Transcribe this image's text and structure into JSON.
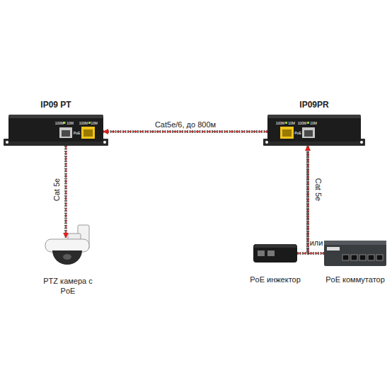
{
  "diagram": {
    "nodes": [
      {
        "text": [
          "IP09 PT"
        ]
      },
      {
        "text": [
          "IP09PR"
        ]
      },
      {
        "text": [
          "PTZ камера с PoE"
        ]
      },
      {
        "text": [
          "PoE инжектор"
        ]
      },
      {
        "text": [
          "PoE коммутатор"
        ]
      }
    ],
    "edges": [
      {
        "from": 1,
        "to": 0,
        "arrow": "to",
        "label": "Cat5e/6, до 800м"
      },
      {
        "from": 0,
        "to": 2,
        "arrow": "to",
        "label": "Cat 5e"
      },
      {
        "from": 3,
        "to": 1,
        "arrow": "to",
        "label": "Cat 5e"
      },
      {
        "from": 4,
        "to": 1,
        "arrow": "to"
      }
    ],
    "labels": [
      "100M",
      "10M",
      "PoE",
      "100M",
      "10M",
      "100M",
      "10M",
      "PoE",
      "100M",
      "10M",
      "или"
    ]
  }
}
